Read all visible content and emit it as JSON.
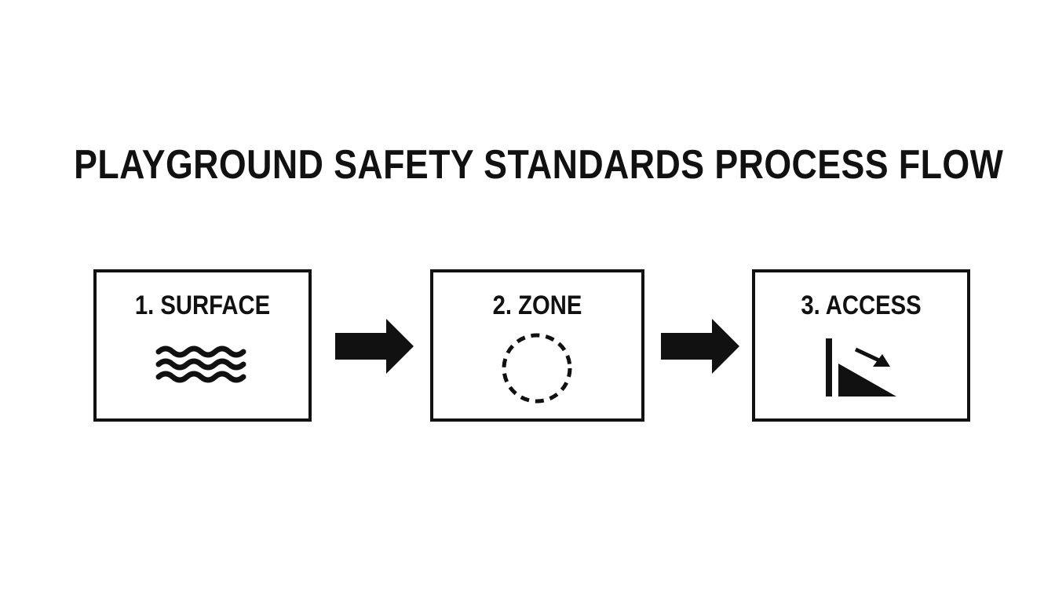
{
  "diagram": {
    "title": "PLAYGROUND SAFETY STANDARDS PROCESS FLOW",
    "steps": [
      {
        "label": "1. SURFACE",
        "icon": "waves-icon"
      },
      {
        "label": "2. ZONE",
        "icon": "dashed-circle-icon"
      },
      {
        "label": "3. ACCESS",
        "icon": "ramp-slope-icon"
      }
    ],
    "connectors": [
      {
        "from": 1,
        "to": 2,
        "icon": "right-arrow-icon"
      },
      {
        "from": 2,
        "to": 3,
        "icon": "right-arrow-icon"
      }
    ],
    "colors": {
      "ink": "#111111",
      "background": "#ffffff"
    }
  }
}
